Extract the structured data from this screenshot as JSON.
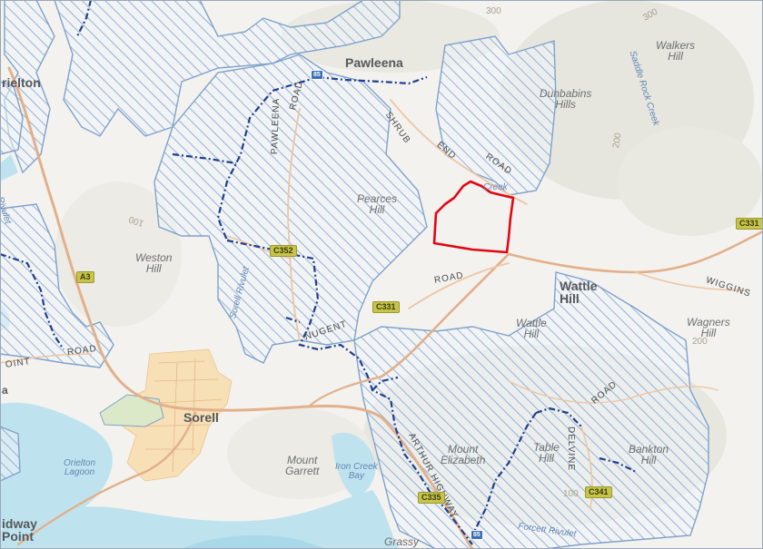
{
  "map": {
    "colors": {
      "land": "#f3f2ef",
      "water": "#bfe3ee",
      "urban": "#f7dfb6",
      "hatch_fill": "#eef3f8",
      "hatch_stroke": "#7fa2cc",
      "trail": "#1f3f8e",
      "boundary": "#e30613",
      "road_major": "#e2b08a",
      "road_minor": "#eec6a4"
    },
    "labels": {
      "town_pawleena": "Pawleena",
      "town_sorell": "Sorell",
      "town_wattle_hill": "Wattle\nHill",
      "town_midway_point": "idway\nPoint",
      "town_orielton": "rielton",
      "locality_walkers_hill": "Walkers\nHill",
      "locality_dunbabins_hills": "Dunbabins\nHills",
      "locality_pearces_hill": "Pearces\nHill",
      "locality_weston_hill": "Weston\nHill",
      "locality_wattle_hill_small": "Wattle\nHill",
      "locality_wagners_hill": "Wagners\nHill",
      "locality_mount_garrett": "Mount\nGarrett",
      "locality_mount_elizabeth": "Mount\nElizabeth",
      "locality_table_hill": "Table\nHill",
      "locality_bankton_hill": "Bankton\nHill",
      "locality_grassy": "Grassy",
      "water_orielton_lagoon": "Orielton\nLagoon",
      "water_iron_creek_bay": "Iron Creek\nBay",
      "water_orielton_rivulet": "Orielton Rivulet",
      "water_saddle_rock_creek": "Saddle Rock Creek",
      "water_forcett_rivulet": "Forcett  Rivulet",
      "water_sorell_rivulet": "Sorell Rivulet",
      "water_creek_small": "Creek",
      "road_pawleena": "PAWLEENA",
      "road_pawleena_2": "ROAD",
      "road_shrub_end": "SHRUB",
      "road_end": "END",
      "road_road": "ROAD",
      "road_road_2": "ROAD",
      "road_road_3": "ROAD",
      "road_road_4": "ROAD",
      "road_nugent": "NUGENT",
      "road_point": "OINT",
      "road_wiggins": "WIGGINS",
      "road_arthur_hwy": "ARTHUR HIGHWAY",
      "road_delvine": "DELVINE",
      "shield_a3": "A3",
      "shield_c352": "C352",
      "shield_c331_a": "C331",
      "shield_c331_b": "C331",
      "shield_c335": "C335",
      "shield_c341": "C341",
      "route_1": "85",
      "route_2": "85",
      "contour_300": "300",
      "contour_300b": "300",
      "contour_200": "200",
      "contour_200b": "200",
      "contour_100": "100",
      "contour_100b": "100",
      "edge_a": "a"
    }
  }
}
